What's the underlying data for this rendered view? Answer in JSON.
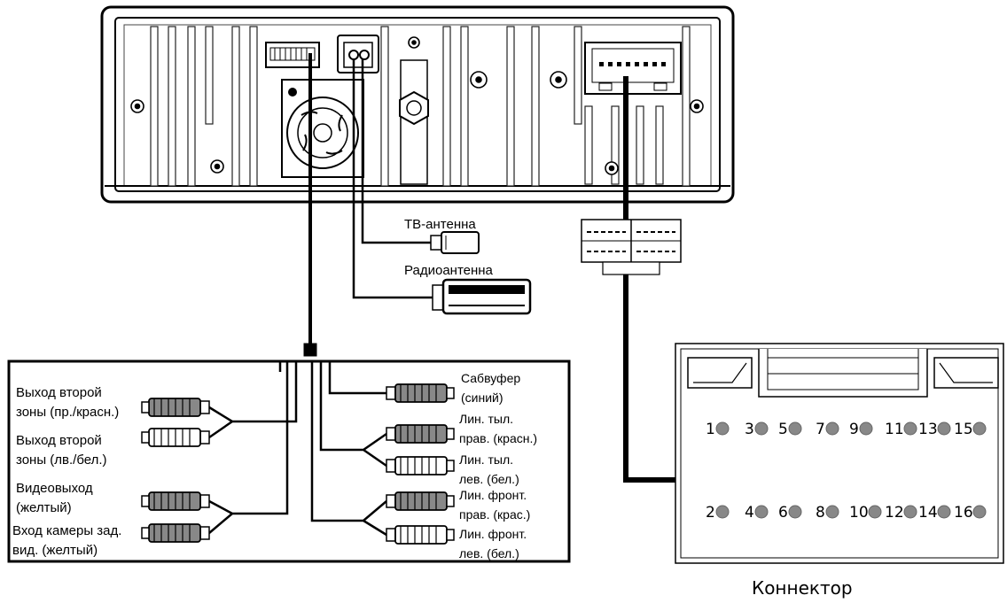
{
  "antennas": {
    "tv": "ТВ-антенна",
    "radio": "Радиоантенна"
  },
  "rca_left": [
    {
      "lines": [
        "Выход второй",
        "зоны (пр./красн.)"
      ]
    },
    {
      "lines": [
        "Выход второй",
        "зоны (лв./бел.)"
      ]
    },
    {
      "lines": [
        "Видеовыход",
        "(желтый)"
      ]
    },
    {
      "lines": [
        "Вход камеры зад.",
        "вид. (желтый)"
      ]
    }
  ],
  "rca_right": [
    {
      "lines": [
        "Сабвуфер",
        "(синий)"
      ]
    },
    {
      "lines": [
        "Лин. тыл.",
        "прав. (красн.)"
      ]
    },
    {
      "lines": [
        "Лин. тыл.",
        "лев. (бел.)"
      ]
    },
    {
      "lines": [
        "Лин. фронт.",
        "прав. (крас.)"
      ]
    },
    {
      "lines": [
        "Лин. фронт.",
        "лев. (бел.)"
      ]
    }
  ],
  "connector": {
    "caption": "Коннектор",
    "top_pins": [
      "1",
      "3",
      "5",
      "7",
      "9",
      "11",
      "13",
      "15"
    ],
    "bottom_pins": [
      "2",
      "4",
      "6",
      "8",
      "10",
      "12",
      "14",
      "16"
    ]
  }
}
